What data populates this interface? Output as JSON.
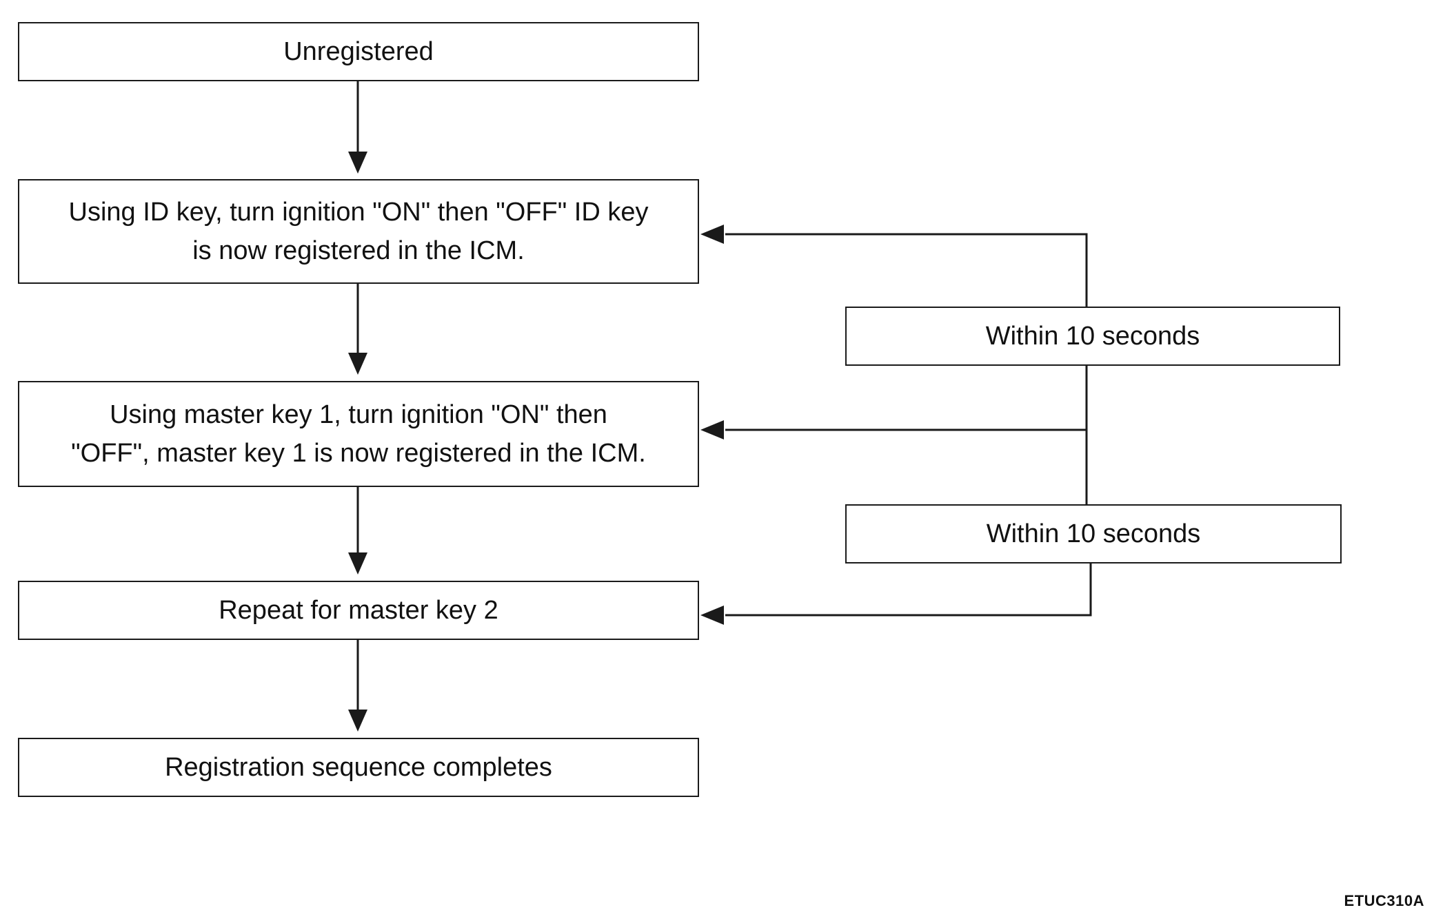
{
  "boxes": {
    "unregistered": "Unregistered",
    "id_key": {
      "line1": "Using ID key, turn ignition \"ON\" then \"OFF\" ID key",
      "line2": "is now registered in the ICM."
    },
    "master_key_1": {
      "line1": "Using master key 1, turn ignition \"ON\" then",
      "line2": "\"OFF\", master key 1 is now registered in the ICM."
    },
    "master_key_2": "Repeat for master key 2",
    "complete": "Registration sequence completes"
  },
  "timing_boxes": [
    "Within 10 seconds",
    "Within 10 seconds"
  ],
  "figure_code": "ETUC310A",
  "colors": {
    "line": "#1a1a1a",
    "background": "#ffffff"
  }
}
